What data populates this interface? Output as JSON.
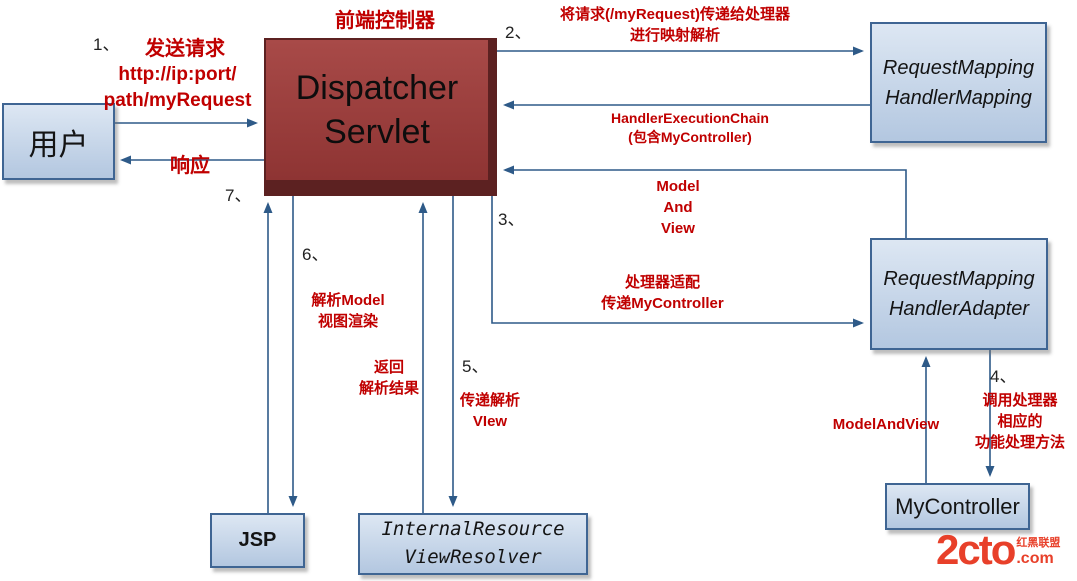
{
  "diagram_title": "Spring MVC DispatcherServlet request flow",
  "boxes": {
    "user": {
      "label": "用户"
    },
    "dispatcher": {
      "label": "Dispatcher\nServlet",
      "caption": "前端控制器"
    },
    "handler_mapping": {
      "label": "RequestMapping\nHandlerMapping"
    },
    "handler_adapter": {
      "label": "RequestMapping\nHandlerAdapter"
    },
    "my_controller": {
      "label": "MyController"
    },
    "jsp": {
      "label": "JSP"
    },
    "view_resolver": {
      "label": "InternalResource\nViewResolver"
    }
  },
  "labels": {
    "step1": "1、",
    "send_request": "发送请求",
    "request_url": "http://ip:port/\npath/myRequest",
    "response": "响应",
    "step7": "7、",
    "step2": "2、",
    "pass_request": "将请求(/myRequest)传递给处理器\n进行映射解析",
    "handler_chain": "HandlerExecutionChain\n(包含MyController)",
    "model_and_view": "Model\nAnd\nView",
    "step3": "3、",
    "adapter_pass": "处理器适配\n传递MyController",
    "step4": "4、",
    "invoke_handler": "调用处理器\n相应的\n功能处理方法",
    "model_and_view_return": "ModelAndView",
    "step5": "5、",
    "pass_view": "传递解析\nVIew",
    "return_result": "返回\n解析结果",
    "step6": "6、",
    "parse_model": "解析Model\n视图渲染"
  },
  "logo": {
    "brand": "2cto",
    "tld": ".com",
    "tagline": "红黑联盟"
  },
  "colors": {
    "red": "#c00000",
    "line": "#2e5a88",
    "boxBorder": "#3f6593",
    "boxFillTop": "#dde7f3",
    "boxFillBottom": "#b3c7e0",
    "dsFillTop": "#a84a48",
    "dsFillBottom": "#8e3433",
    "dsEdge": "#5c2121",
    "logoRed": "#e8402a"
  }
}
